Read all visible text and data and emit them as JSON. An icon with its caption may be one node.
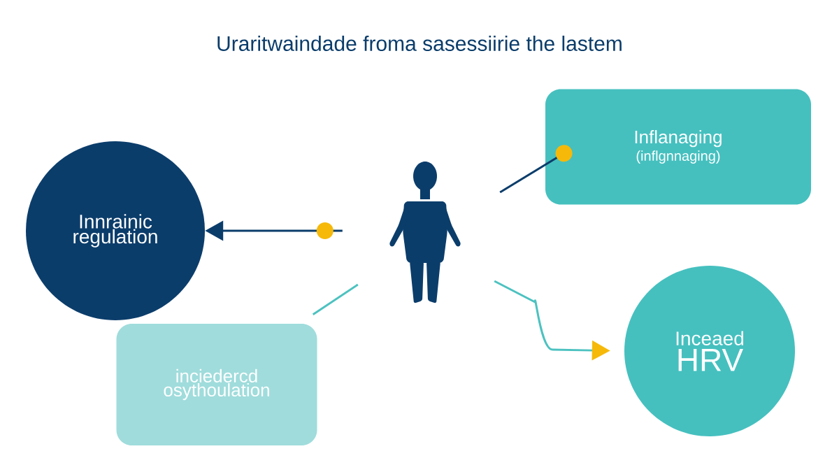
{
  "diagram": {
    "title": "Uraritwaindade froma sasessiirie the lastem",
    "nodes": [
      {
        "text": [
          "Innrainic regulation"
        ]
      },
      {
        "text": [
          "Inflanaging",
          "(inflgnnaging)"
        ]
      },
      {
        "text": [],
        "shape": "person"
      },
      {
        "text": [
          "inciedercd osythoulation"
        ]
      },
      {
        "text": [
          "Inceaed",
          "HRV"
        ]
      }
    ],
    "edges": [
      {
        "from": 2,
        "to": 0,
        "arrow": "to",
        "color": "#0b3d6b"
      },
      {
        "from": 2,
        "to": 1,
        "arrow": "other",
        "color": "#0b3d6b"
      },
      {
        "from": 2,
        "to": 3,
        "arrow": "none",
        "color": "#4cc2c0"
      },
      {
        "from": 2,
        "to": 4,
        "arrow": "to",
        "color": "#4cc2c0"
      }
    ]
  }
}
